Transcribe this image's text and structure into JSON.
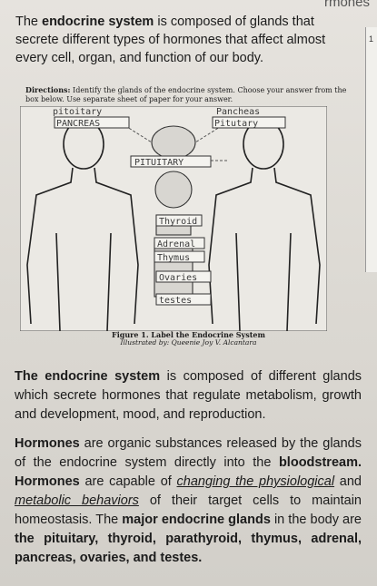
{
  "header": {
    "partial_title": "rmones",
    "edge_char": "1"
  },
  "intro": {
    "p1": "The ",
    "bold1": "endocrine system",
    "p2": " is composed of glands that secrete different types of hormones that affect almost every cell, organ, and function of our body."
  },
  "directions": {
    "label": "Directions:",
    "text": " Identify the glands of the endocrine system. Choose your answer from the box below. Use separate sheet of paper for your answer."
  },
  "diagram": {
    "labels": [
      "pitoitary",
      "PANCREAS",
      "Pancheas",
      "Pitutary",
      "PITUITARY",
      "Thyroid",
      "Adrenal",
      "Thymus",
      "Ovaries",
      "testes"
    ]
  },
  "figure": {
    "caption": "Figure 1. Label the Endocrine System",
    "credit": "Illustrated by: Queenie Joy V. Alcantara"
  },
  "body1": {
    "bold": "The endocrine system",
    "rest": " is composed of different glands which secrete hormones that regulate metabolism, growth and development, mood, and reproduction."
  },
  "body2": {
    "b1": "Hormones",
    "t1": " are organic substances released by the glands of the endocrine system directly into the ",
    "b2": "bloodstream.",
    "t2": " ",
    "b3": "Hormones",
    "t3": " are capable of ",
    "u1": "changing the physiological",
    "t4": " and ",
    "u2": "metabolic behaviors",
    "t5": " of their target cells to maintain homeostasis. The ",
    "b4": "major endocrine glands",
    "t6": " in the body are ",
    "b5": "the pituitary, thyroid, parathyroid, thymus, adrenal, pancreas, ovaries, and testes."
  }
}
